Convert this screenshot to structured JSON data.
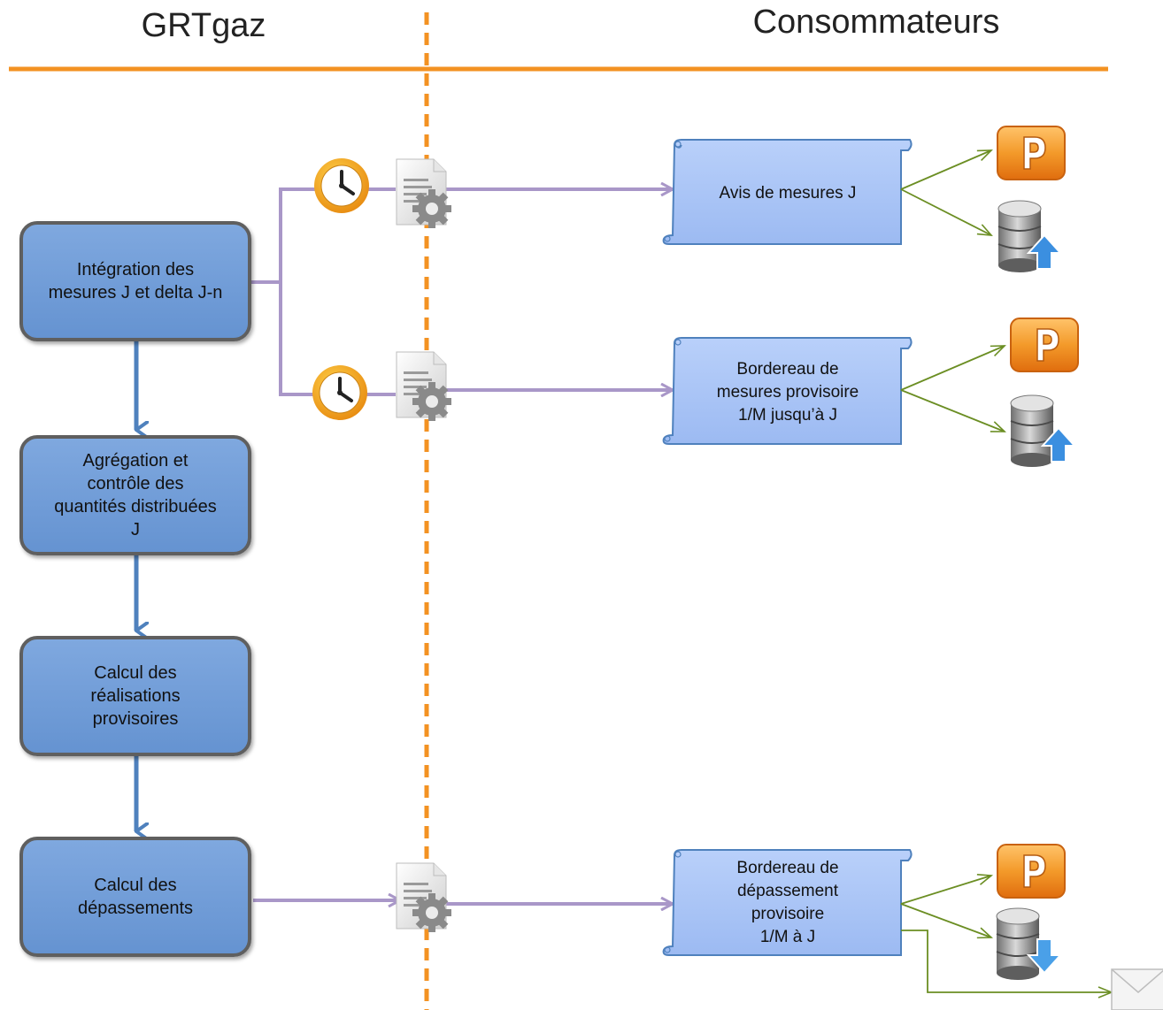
{
  "headers": {
    "left": "GRTgaz",
    "right": "Consommateurs"
  },
  "steps": [
    {
      "label": "Intégration des\nmesures J et delta J-n"
    },
    {
      "label": "Agrégation et\ncontrôle des\nquantités distribuées\nJ"
    },
    {
      "label": "Calcul des\nréalisations\nprovisoires"
    },
    {
      "label": "Calcul des\ndépassements"
    }
  ],
  "documents": [
    {
      "label": "Avis de mesures J"
    },
    {
      "label": "Bordereau de\nmesures  provisoire\n1/M jusqu’à J"
    },
    {
      "label": "Bordereau de\ndépassement\nprovisoire\n1/M à J"
    }
  ],
  "icons": {
    "clock": "clock-icon",
    "batch_doc": "document-gear-icon",
    "portal": "portal-p-icon",
    "db_upload": "database-upload-icon",
    "db_download": "database-download-icon",
    "mail": "mail-icon"
  },
  "colors": {
    "header_line": "#f39222",
    "separator": "#f39222",
    "step_fill": "#7199d5",
    "step_border": "#5f5f5f",
    "process_arrow": "#4f81bd",
    "flow_arrow": "#a997c8",
    "doc_fill": "#a9c4f5",
    "output_arrow": "#6b8e23",
    "portal_orange": "#f08a1c"
  }
}
